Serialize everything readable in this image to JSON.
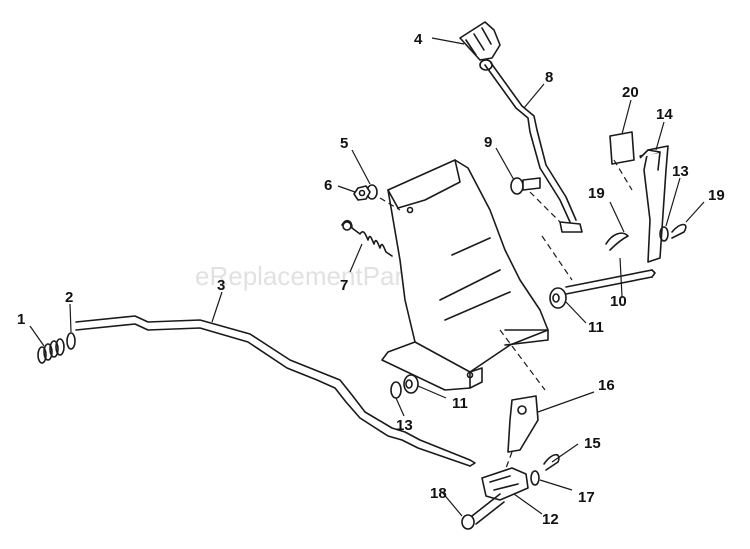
{
  "watermark": "eReplacementParts.com",
  "callouts": [
    {
      "id": "1",
      "label": "1"
    },
    {
      "id": "2",
      "label": "2"
    },
    {
      "id": "3",
      "label": "3"
    },
    {
      "id": "4",
      "label": "4"
    },
    {
      "id": "5",
      "label": "5"
    },
    {
      "id": "6",
      "label": "6"
    },
    {
      "id": "7",
      "label": "7"
    },
    {
      "id": "8",
      "label": "8"
    },
    {
      "id": "9",
      "label": "9"
    },
    {
      "id": "10",
      "label": "10"
    },
    {
      "id": "11a",
      "label": "11"
    },
    {
      "id": "11b",
      "label": "11"
    },
    {
      "id": "12",
      "label": "12"
    },
    {
      "id": "13a",
      "label": "13"
    },
    {
      "id": "13b",
      "label": "13"
    },
    {
      "id": "14",
      "label": "14"
    },
    {
      "id": "15",
      "label": "15"
    },
    {
      "id": "16",
      "label": "16"
    },
    {
      "id": "17",
      "label": "17"
    },
    {
      "id": "18",
      "label": "18"
    },
    {
      "id": "19a",
      "label": "19"
    },
    {
      "id": "19b",
      "label": "19"
    },
    {
      "id": "20",
      "label": "20"
    }
  ]
}
